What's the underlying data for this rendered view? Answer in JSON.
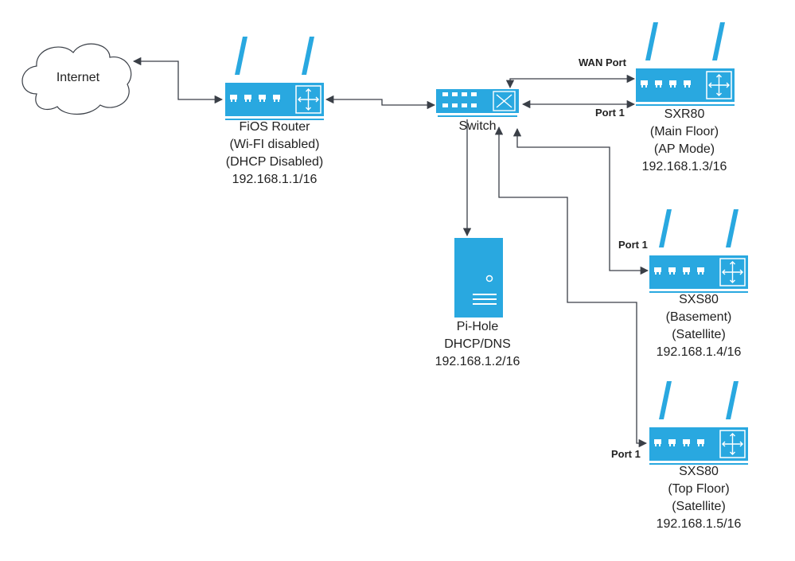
{
  "colors": {
    "device": "#29a8e0",
    "device_dark": "#1788be",
    "line": "#3a3f47"
  },
  "internet": {
    "label": "Internet",
    "icon": "cloud-icon"
  },
  "fios": {
    "icon": "router-icon",
    "lines": [
      "FiOS Router",
      "(Wi-FI disabled)",
      "(DHCP Disabled)",
      "192.168.1.1/16"
    ]
  },
  "switch": {
    "icon": "switch-icon",
    "label": "Switch"
  },
  "pihole": {
    "icon": "server-icon",
    "lines": [
      "Pi-Hole",
      "DHCP/DNS",
      "192.168.1.2/16"
    ]
  },
  "sxr80": {
    "icon": "router-icon",
    "lines": [
      "SXR80",
      "(Main Floor)",
      "(AP Mode)",
      "192.168.1.3/16"
    ],
    "wan_port": "WAN Port",
    "port": "Port 1"
  },
  "sxs80_basement": {
    "icon": "router-icon",
    "lines": [
      "SXS80",
      "(Basement)",
      "(Satellite)",
      "192.168.1.4/16"
    ],
    "port": "Port 1"
  },
  "sxs80_top": {
    "icon": "router-icon",
    "lines": [
      "SXS80",
      "(Top Floor)",
      "(Satellite)",
      "192.168.1.5/16"
    ],
    "port": "Port 1"
  }
}
